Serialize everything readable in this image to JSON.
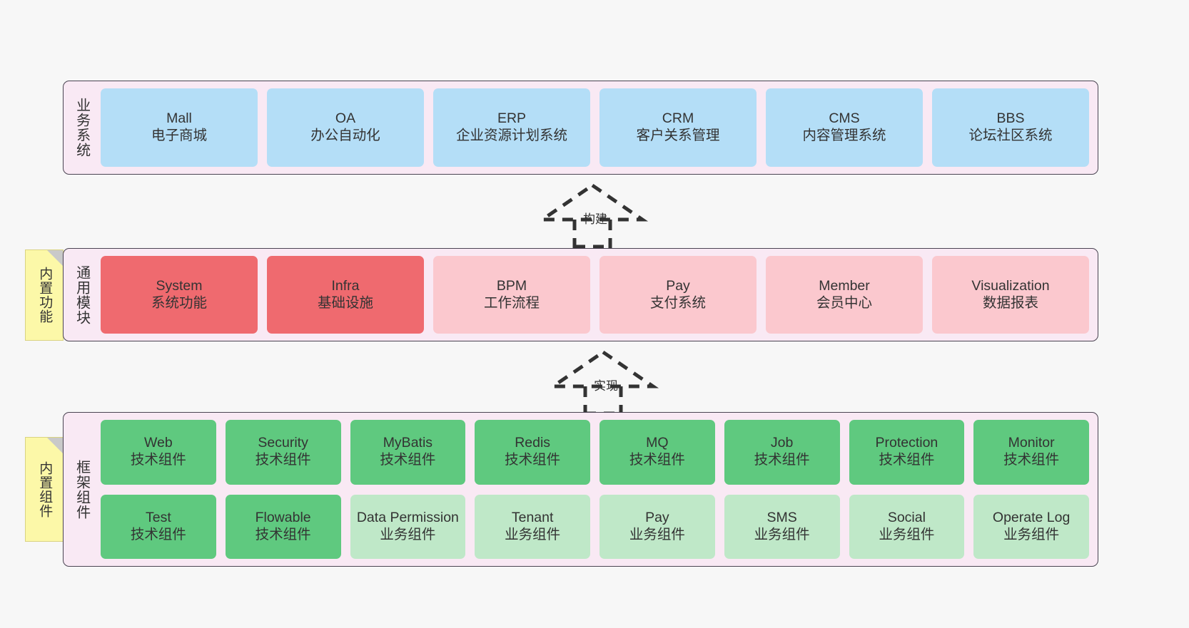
{
  "diagram": {
    "title": "",
    "colors": {
      "canvas_bg": "#f7f7f7",
      "layer_bg": "#f9e9f4",
      "layer_border": "#4a4452",
      "business_card": "#b4def7",
      "common_core_card": "#ef6a6f",
      "common_card": "#fbc8ce",
      "tech_component_card": "#5fc97f",
      "business_component_card": "#bfe8c8",
      "note_bg": "#fcf8a8",
      "note_fold": "#c9c9c9",
      "text": "#333333"
    }
  },
  "layers": {
    "business": {
      "title": "业务系统",
      "cards": [
        {
          "en": "Mall",
          "cn": "电子商城"
        },
        {
          "en": "OA",
          "cn": "办公自动化"
        },
        {
          "en": "ERP",
          "cn": "企业资源计划系统"
        },
        {
          "en": "CRM",
          "cn": "客户关系管理"
        },
        {
          "en": "CMS",
          "cn": "内容管理系统"
        },
        {
          "en": "BBS",
          "cn": "论坛社区系统"
        }
      ]
    },
    "common": {
      "title": "通用模块",
      "note": "内置功能",
      "cards": [
        {
          "en": "System",
          "cn": "系统功能"
        },
        {
          "en": "Infra",
          "cn": "基础设施"
        },
        {
          "en": "BPM",
          "cn": "工作流程"
        },
        {
          "en": "Pay",
          "cn": "支付系统"
        },
        {
          "en": "Member",
          "cn": "会员中心"
        },
        {
          "en": "Visualization",
          "cn": "数据报表"
        }
      ]
    },
    "framework": {
      "title": "框架组件",
      "note": "内置组件",
      "row1": [
        {
          "en": "Web",
          "cn": "技术组件"
        },
        {
          "en": "Security",
          "cn": "技术组件"
        },
        {
          "en": "MyBatis",
          "cn": "技术组件"
        },
        {
          "en": "Redis",
          "cn": "技术组件"
        },
        {
          "en": "MQ",
          "cn": "技术组件"
        },
        {
          "en": "Job",
          "cn": "技术组件"
        },
        {
          "en": "Protection",
          "cn": "技术组件"
        },
        {
          "en": "Monitor",
          "cn": "技术组件"
        }
      ],
      "row2": [
        {
          "en": "Test",
          "cn": "技术组件"
        },
        {
          "en": "Flowable",
          "cn": "技术组件"
        },
        {
          "en": "Data Permission",
          "cn": "业务组件"
        },
        {
          "en": "Tenant",
          "cn": "业务组件"
        },
        {
          "en": "Pay",
          "cn": "业务组件"
        },
        {
          "en": "SMS",
          "cn": "业务组件"
        },
        {
          "en": "Social",
          "cn": "业务组件"
        },
        {
          "en": "Operate Log",
          "cn": "业务组件"
        }
      ]
    }
  },
  "arrows": {
    "build": {
      "label": "构建"
    },
    "implement": {
      "label": "实现"
    }
  }
}
